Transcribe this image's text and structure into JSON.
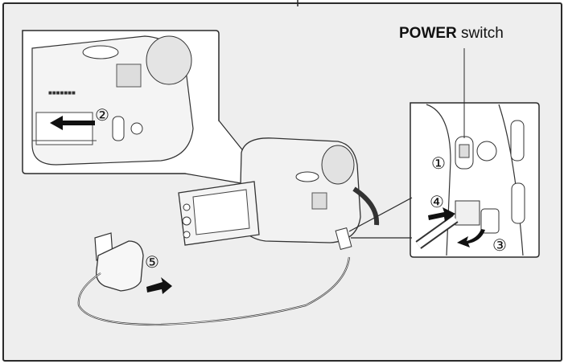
{
  "labels": {
    "power_bold": "POWER",
    "power_rest": " switch",
    "step1": "①",
    "step2": "②",
    "step3": "③",
    "step4": "④",
    "step5": "⑤"
  },
  "colors": {
    "background": "#eeeeee",
    "panel": "#ffffff",
    "line": "#2a2a2a",
    "arrow": "#111111"
  }
}
